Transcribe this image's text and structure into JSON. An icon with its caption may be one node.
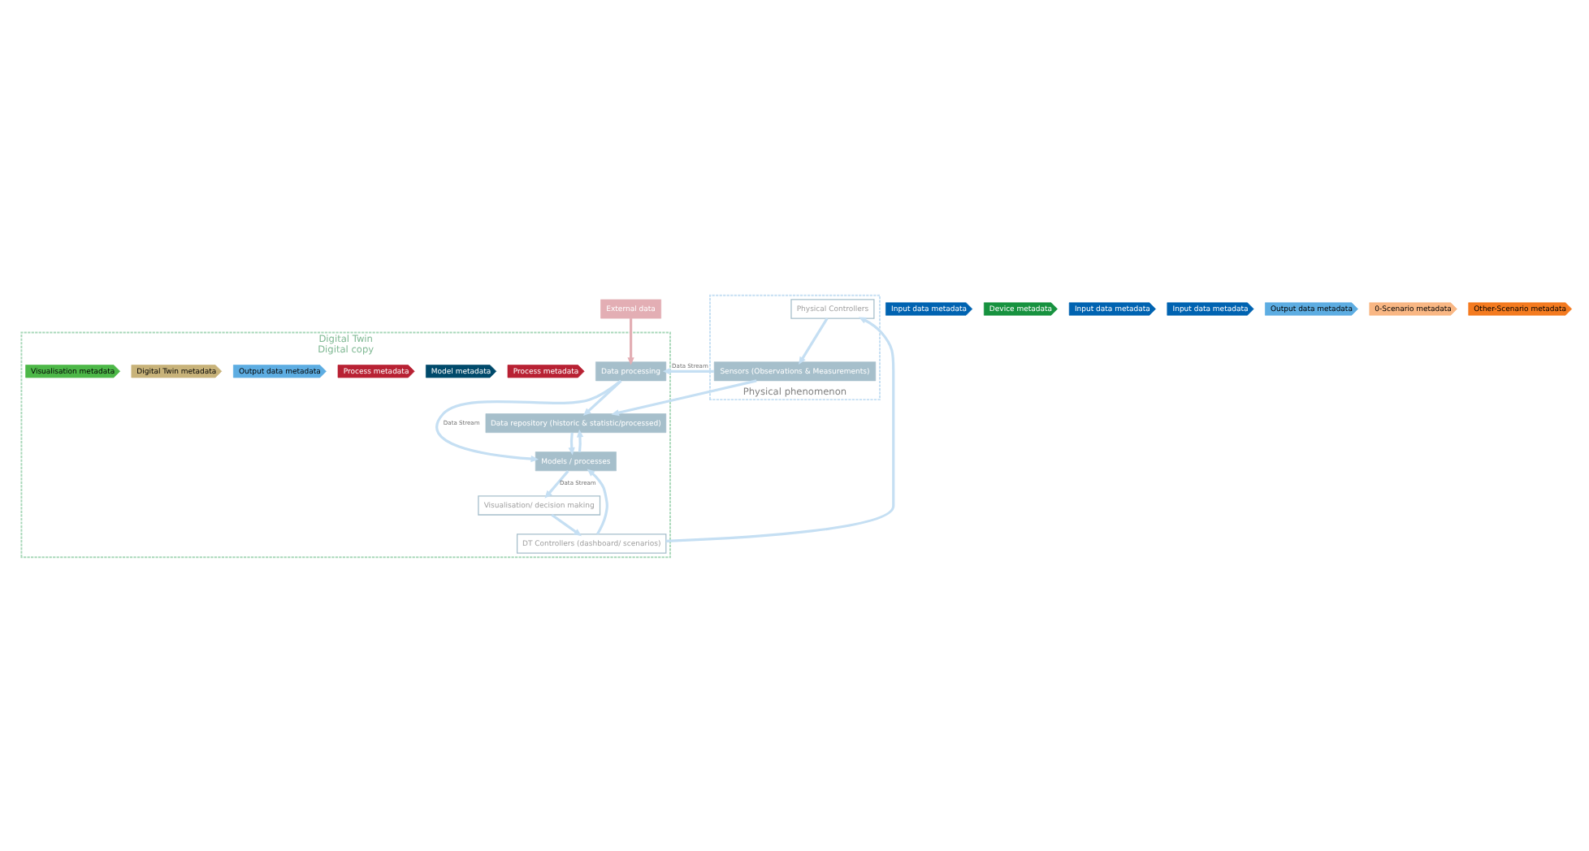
{
  "diagram": {
    "nodes": [
      {
        "text": [
          "External data"
        ]
      },
      {
        "text": [
          "Input data metadata"
        ]
      },
      {
        "text": [
          "Physical phenomenon"
        ]
      },
      {
        "text": [
          "Sensors (Observations & Measurements)"
        ],
        "in": 2
      },
      {
        "text": [
          "Device metadata"
        ]
      },
      {
        "text": [
          "Input data metadata"
        ]
      },
      {
        "text": [
          "Physical Controllers"
        ],
        "in": 2
      },
      {
        "text": [
          "Digital Twin",
          "Digital copy"
        ]
      },
      {
        "text": [
          "Data repository (historic & statistic/processed)"
        ],
        "in": 7
      },
      {
        "text": [
          "Input data metadata"
        ]
      },
      {
        "text": [
          "Output data metadata"
        ]
      },
      {
        "text": [
          "Data processing"
        ],
        "in": 7
      },
      {
        "text": [
          "Process metadata"
        ],
        "in": 7
      },
      {
        "text": [
          "DT Controllers (dashboard/ scenarios)"
        ],
        "in": 7
      },
      {
        "text": [
          "0-Scenario metadata"
        ]
      },
      {
        "text": [
          "Other-Scenario metadata"
        ]
      },
      {
        "text": [
          "Model metadata"
        ],
        "in": 7
      },
      {
        "text": [
          "Process metadata"
        ],
        "in": 7
      },
      {
        "text": [
          "Output data metadata"
        ],
        "in": 7
      },
      {
        "text": [
          "Models / processes"
        ],
        "in": 7
      },
      {
        "text": [
          "Visualisation/ decision making"
        ],
        "in": 7
      },
      {
        "text": [
          "Digital Twin metadata"
        ],
        "in": 7
      },
      {
        "text": [
          "Visualisation metadata"
        ],
        "in": 7
      }
    ],
    "edges": [
      {
        "from": 0,
        "to": 11,
        "arrow": "to",
        "color": "#e3aeb4"
      },
      {
        "from": 3,
        "to": 11,
        "arrow": "to",
        "label": "Data Stream"
      },
      {
        "from": 3,
        "to": 8,
        "arrow": "to"
      },
      {
        "from": 11,
        "to": 8,
        "arrow": "to"
      },
      {
        "from": 11,
        "to": 19,
        "arrow": "to",
        "label": "Data Stream"
      },
      {
        "from": 19,
        "to": 8,
        "arrow": "to"
      },
      {
        "from": 8,
        "to": 19,
        "arrow": "to"
      },
      {
        "from": 19,
        "to": 20,
        "arrow": "to",
        "label": "Data Stream"
      },
      {
        "from": 20,
        "to": 13,
        "arrow": "to"
      },
      {
        "from": 13,
        "to": 19,
        "arrow": "to"
      },
      {
        "from": 13,
        "to": 6,
        "arrow": "to"
      },
      {
        "from": 6,
        "to": 3,
        "arrow": "to"
      }
    ]
  }
}
